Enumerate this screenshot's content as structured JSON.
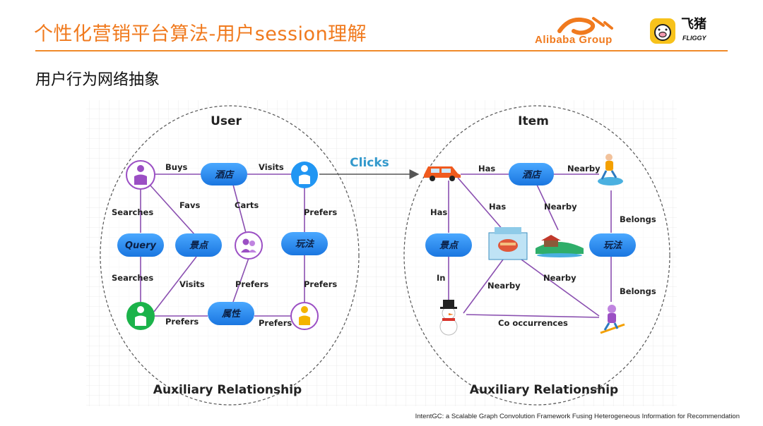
{
  "header": {
    "title": "个性化营销平台算法-用户session理解",
    "subtitle": "用户行为网络抽象",
    "logo_alibaba": "Alibaba Group",
    "logo_fliggy": "飞猪",
    "logo_fliggy_sub": "FLIGGY"
  },
  "diagram": {
    "user": {
      "title": "User",
      "footer": "Auxiliary Relationship",
      "nodes": {
        "hotel": "酒店",
        "query": "Query",
        "scenic": "景点",
        "play": "玩法",
        "attr": "属性"
      },
      "edges": {
        "buys": "Buys",
        "visits_top": "Visits",
        "searches_top": "Searches",
        "favs": "Favs",
        "carts": "Carts",
        "prefers_right_top": "Prefers",
        "searches_bottom": "Searches",
        "visits_mid": "Visits",
        "prefers_mid": "Prefers",
        "prefers_right_bottom": "Prefers",
        "prefers_bottom_left": "Prefers",
        "prefers_bottom_right": "Prefers"
      }
    },
    "link": "Clicks",
    "item": {
      "title": "Item",
      "footer": "Auxiliary Relationship",
      "nodes": {
        "hotel": "酒店",
        "scenic": "景点",
        "play": "玩法"
      },
      "edges": {
        "has_top": "Has",
        "nearby_top": "Nearby",
        "has_left": "Has",
        "has_diag": "Has",
        "nearby_diag": "Nearby",
        "belongs_top": "Belongs",
        "in": "In",
        "nearby_low_left": "Nearby",
        "nearby_low_right": "Nearby",
        "belongs_bottom": "Belongs",
        "cooccur": "Co occurrences"
      }
    }
  },
  "citation": "IntentGC: a Scalable Graph Convolution Framework Fusing Heterogeneous Information for Recommendation",
  "colors": {
    "accent": "#f07a1e",
    "node_blue": "#1e90ff",
    "edge_purple": "#8a4fb0",
    "link_blue": "#3399cc",
    "person_purple": "#9b4fc4",
    "person_blue": "#2196f3",
    "person_green": "#1bb34a",
    "person_yellow": "#f4b400"
  },
  "icons": [
    "user-purple-icon",
    "user-blue-icon",
    "user-group-icon",
    "user-green-icon",
    "user-yellow-icon",
    "car-icon",
    "surfer-icon",
    "building-icon",
    "island-icon",
    "snowman-icon",
    "skier-icon"
  ]
}
